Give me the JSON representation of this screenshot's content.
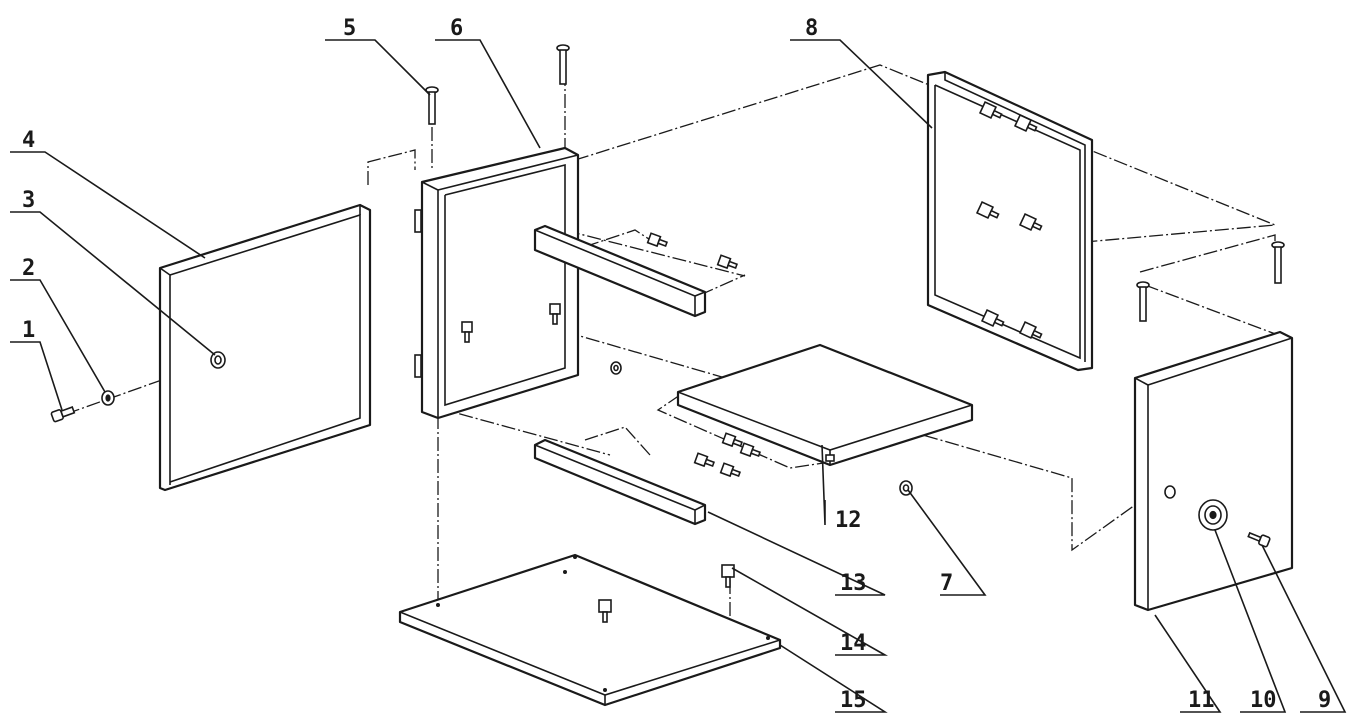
{
  "callouts": {
    "c1": "1",
    "c2": "2",
    "c3": "3",
    "c4": "4",
    "c5": "5",
    "c6": "6",
    "c7": "7",
    "c8": "8",
    "c9": "9",
    "c10": "10",
    "c11": "11",
    "c12": "12",
    "c13": "13",
    "c14": "14",
    "c15": "15"
  },
  "icons": {
    "screw": "screw-icon",
    "washer": "washer-icon",
    "nut": "nut-icon",
    "knob": "knob-icon"
  },
  "colors": {
    "ink": "#1a1a1a",
    "paper": "#ffffff"
  }
}
